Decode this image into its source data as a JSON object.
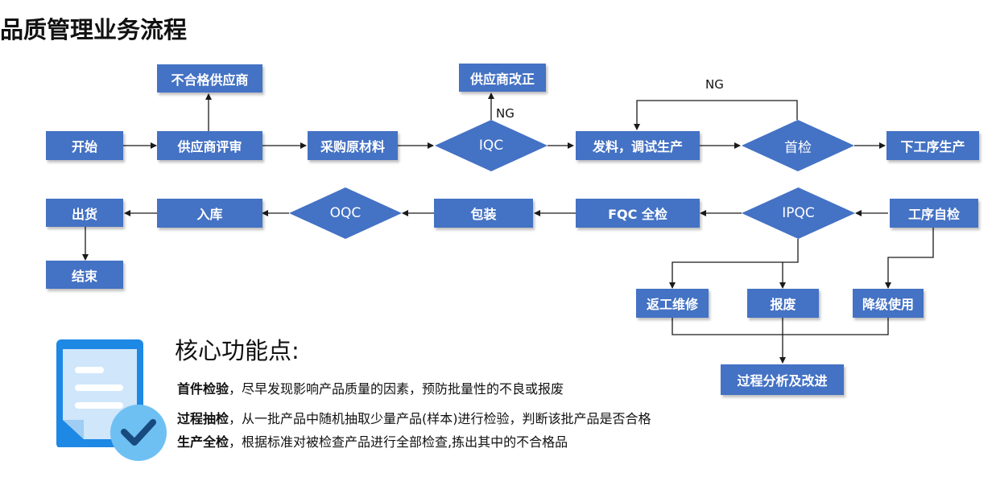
{
  "title": "品质管理业务流程",
  "flow": {
    "start": "开始",
    "supplier_review": "供应商评审",
    "unqualified_supplier": "不合格供应商",
    "purchase_materials": "采购原材料",
    "iqc": "IQC",
    "supplier_correction": "供应商改正",
    "issue_debug_production": "发料，调试生产",
    "first_inspection": "首检",
    "next_process_production": "下工序生产",
    "process_self_check": "工序自检",
    "ipqc": "IPQC",
    "fqc_full_check": "FQC 全检",
    "packaging": "包装",
    "oqc": "OQC",
    "warehousing": "入库",
    "shipping": "出货",
    "end": "结束",
    "rework_repair": "返工维修",
    "scrap": "报废",
    "downgrade_use": "降级使用",
    "process_analysis_improvement": "过程分析及改进",
    "ng_label_iqc": "NG",
    "ng_label_first": "NG"
  },
  "core": {
    "heading": "核心功能点:",
    "features": [
      {
        "term": "首件检验",
        "desc": "，尽早发现影响产品质量的因素，预防批量性的不良或报废"
      },
      {
        "term": "过程抽检",
        "desc": "，从一批产品中随机抽取少量产品(样本)进行检验，判断该批产品是否合格"
      },
      {
        "term": "生产全检",
        "desc": "，根据标准对被检查产品进行全部检查,拣出其中的不合格品"
      }
    ]
  },
  "icons": {
    "document_check": "document-check-icon"
  },
  "colors": {
    "node": "#4472c4",
    "line": "#1a1a1a",
    "icon_blue": "#1e88e5",
    "icon_light": "#cfe6fb",
    "badge": "#6ec0f2",
    "check": "#174a7e"
  }
}
